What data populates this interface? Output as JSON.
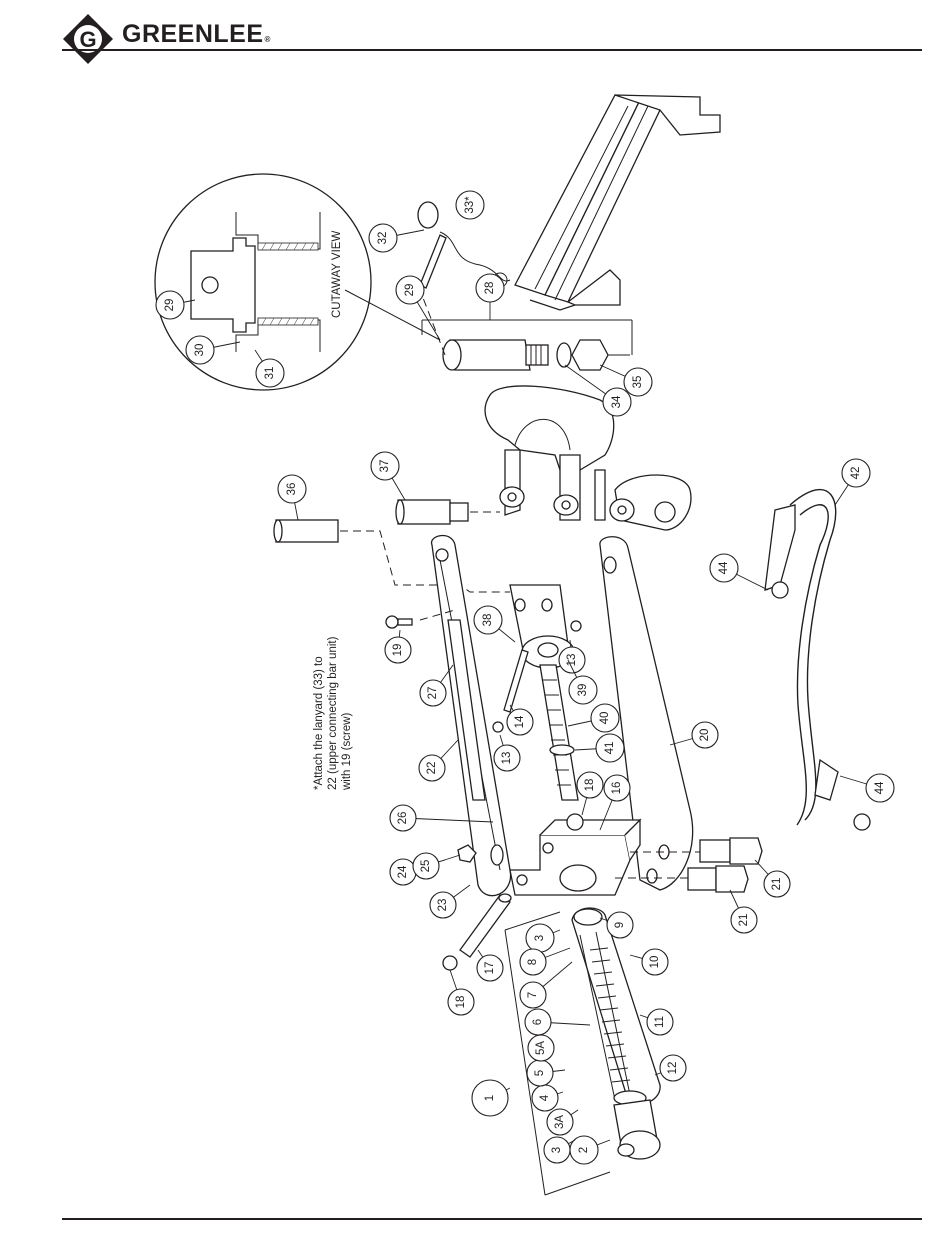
{
  "brand": {
    "name": "GREENLEE",
    "reg": "®",
    "logo_letter": "G"
  },
  "cutaway_label": "CUTAWAY VIEW",
  "note": {
    "line1": "*Attach the lanyard (33) to",
    "line2": "22 (upper connecting bar unit)",
    "line3": "with 19 (screw)"
  },
  "callouts": [
    "1",
    "2",
    "3",
    "3",
    "3A",
    "4",
    "5",
    "5A",
    "6",
    "7",
    "8",
    "9",
    "10",
    "11",
    "12",
    "13",
    "13",
    "14",
    "16",
    "17",
    "18",
    "18",
    "19",
    "20",
    "21",
    "21",
    "22",
    "23",
    "24",
    "25",
    "26",
    "27",
    "28",
    "29",
    "29",
    "30",
    "31",
    "32",
    "33*",
    "34",
    "35",
    "36",
    "37",
    "38",
    "39",
    "40",
    "41",
    "42",
    "44",
    "44"
  ]
}
